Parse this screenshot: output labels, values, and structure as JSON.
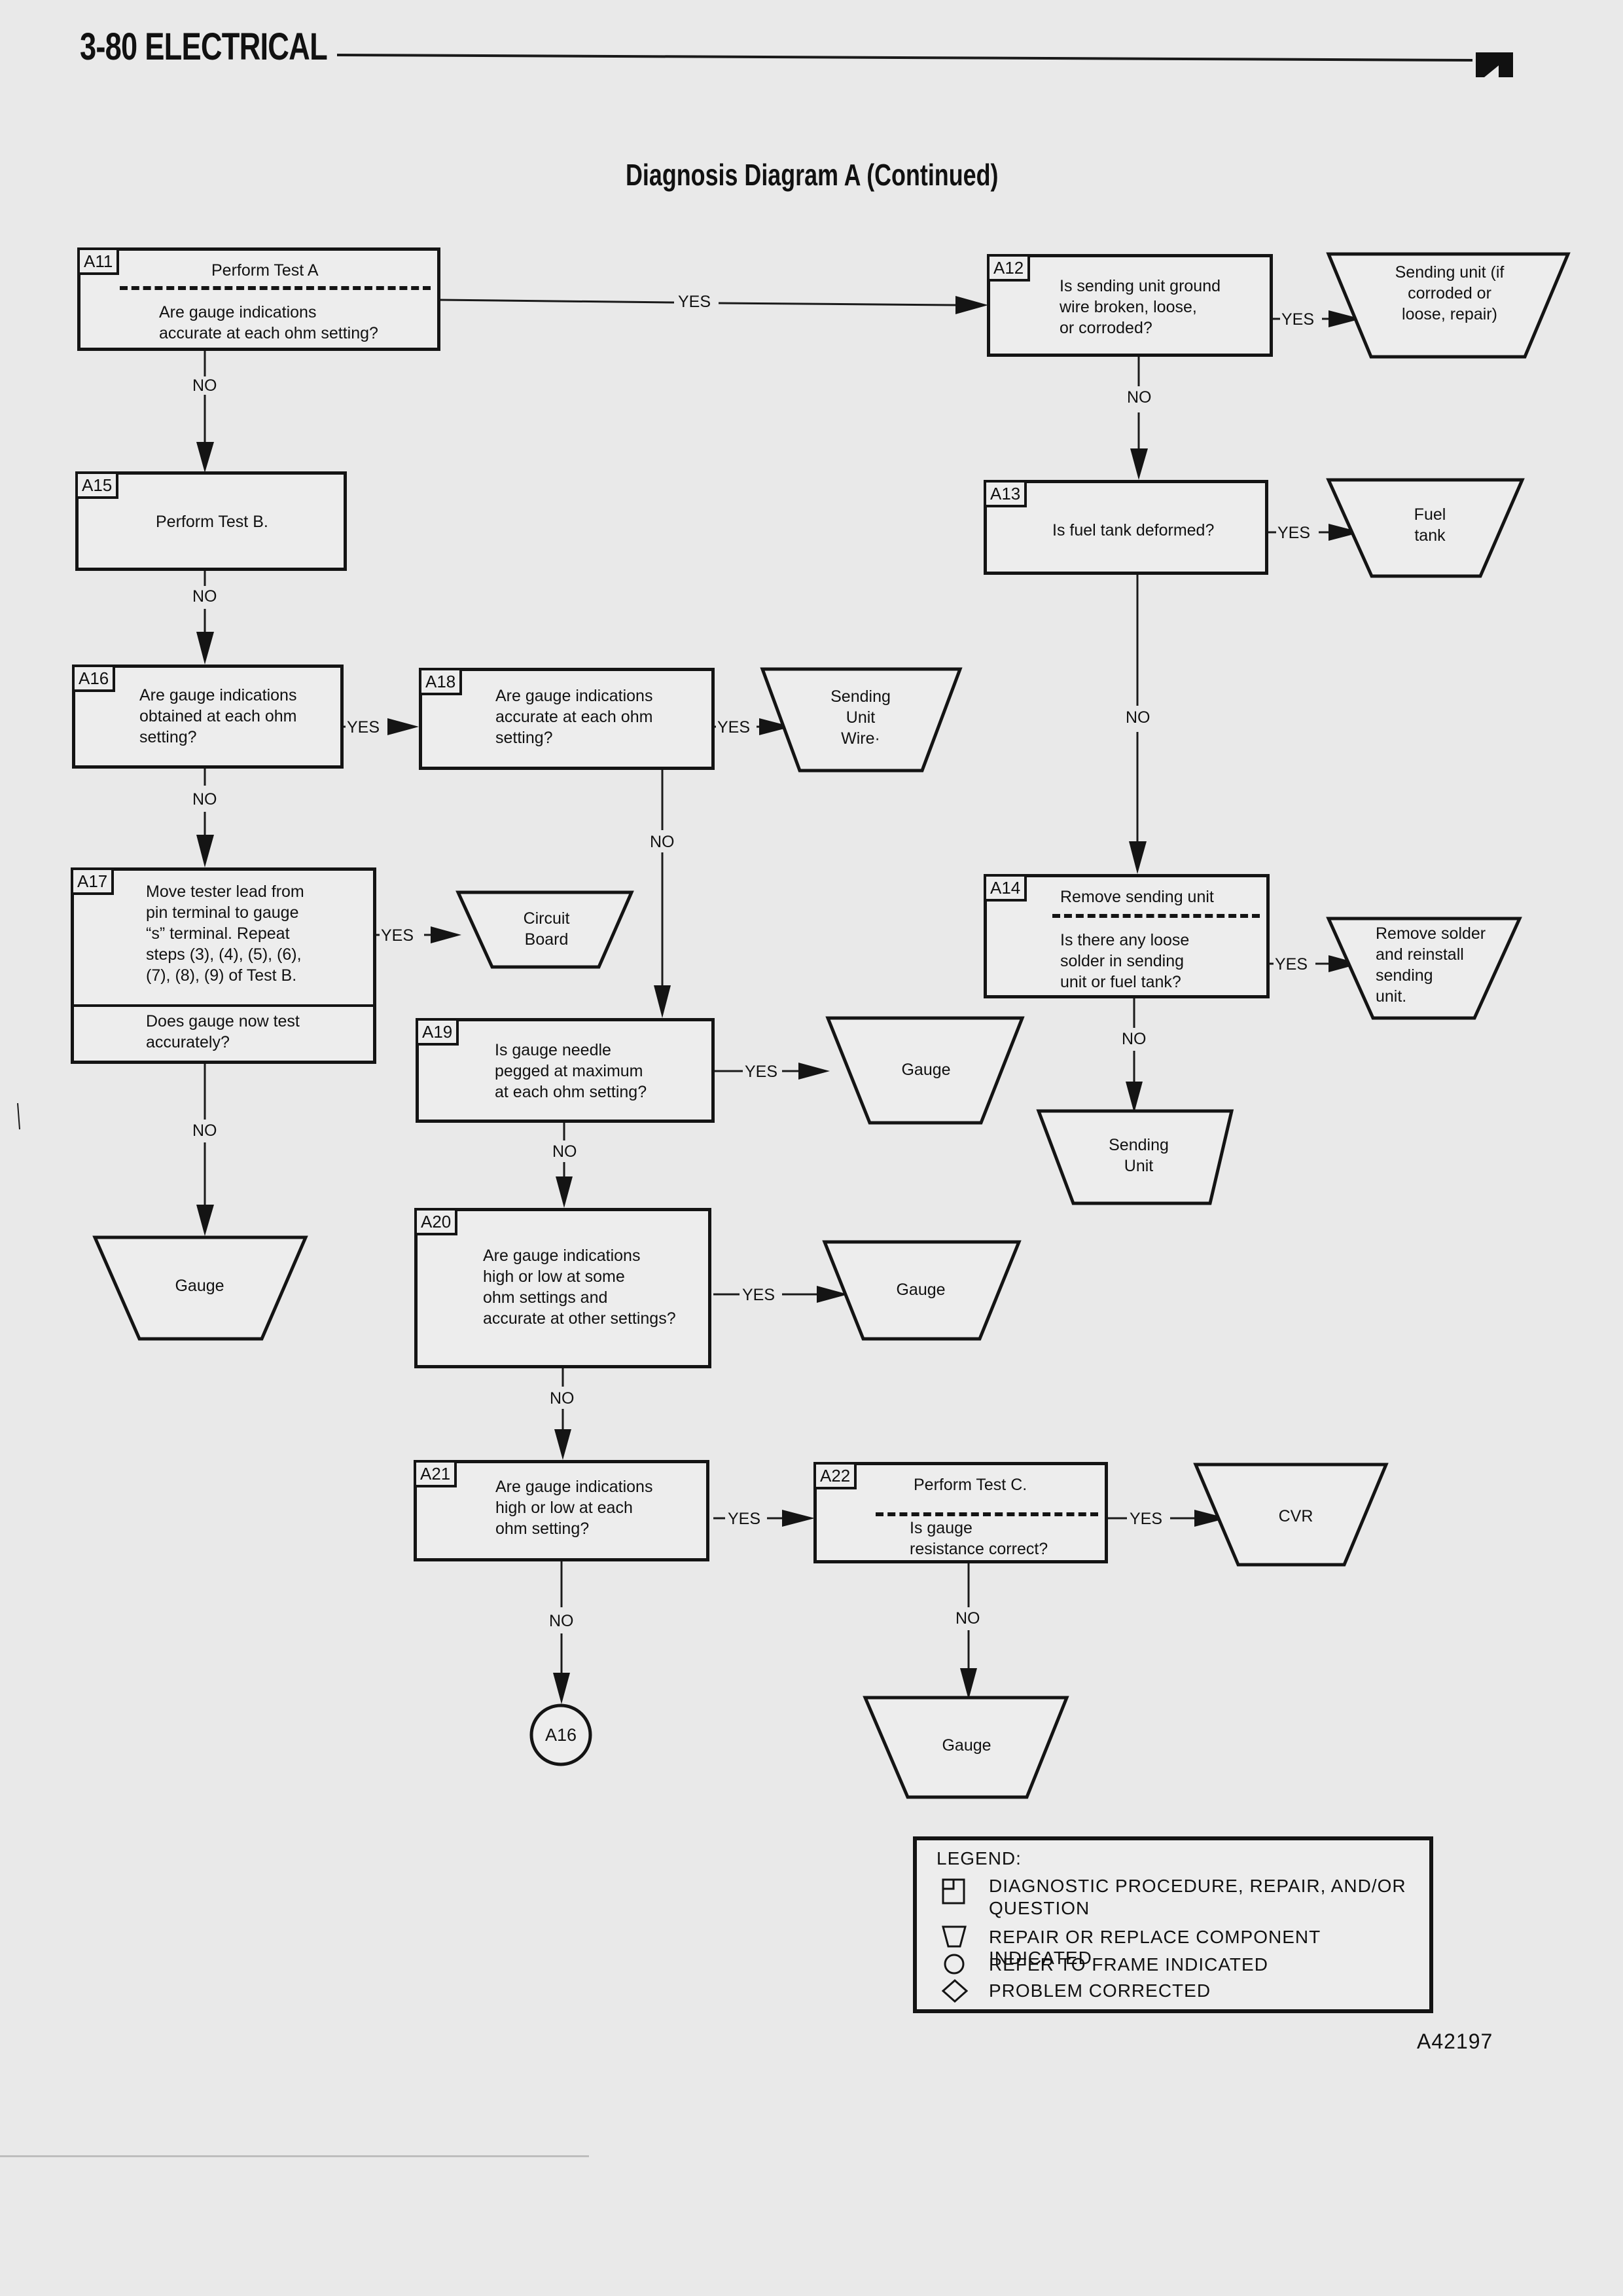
{
  "header": {
    "section": "3-80 ELECTRICAL",
    "title": "Diagnosis Diagram A (Continued)"
  },
  "boxes": {
    "a11": {
      "id": "A11",
      "line1": "Perform Test A",
      "q1": "Are gauge indications",
      "q2": "accurate at each ohm setting?"
    },
    "a12": {
      "id": "A12",
      "l1": "Is sending unit ground",
      "l2": "wire broken, loose,",
      "l3": "or corroded?"
    },
    "a13": {
      "id": "A13",
      "l1": "Is fuel tank deformed?"
    },
    "a14": {
      "id": "A14",
      "line1": "Remove sending unit",
      "q1": "Is there any loose",
      "q2": "solder in sending",
      "q3": "unit or fuel tank?"
    },
    "a15": {
      "id": "A15",
      "l1": "Perform Test B."
    },
    "a16": {
      "id": "A16",
      "l1": "Are gauge indications",
      "l2": "obtained at each ohm",
      "l3": "setting?"
    },
    "a17": {
      "id": "A17",
      "l1": "Move tester lead from",
      "l2": "pin terminal to gauge",
      "l3": "“s” terminal.  Repeat",
      "l4": "steps (3), (4), (5), (6),",
      "l5": "(7), (8), (9) of Test B.",
      "q1": "Does gauge now test",
      "q2": "accurately?"
    },
    "a18": {
      "id": "A18",
      "l1": "Are gauge indications",
      "l2": "accurate at each ohm",
      "l3": "setting?"
    },
    "a19": {
      "id": "A19",
      "l1": "Is gauge needle",
      "l2": "pegged at maximum",
      "l3": "at each ohm setting?"
    },
    "a20": {
      "id": "A20",
      "l1": "Are gauge indications",
      "l2": "high or low at some",
      "l3": "ohm settings and",
      "l4": "accurate at other settings?"
    },
    "a21": {
      "id": "A21",
      "l1": "Are gauge indications",
      "l2": "high or low at each",
      "l3": "ohm setting?"
    },
    "a22": {
      "id": "A22",
      "line1": "Perform Test C.",
      "q1": "Is gauge",
      "q2": "resistance correct?"
    }
  },
  "components": {
    "sending_unit_if": {
      "l1": "Sending unit (if",
      "l2": "corroded or",
      "l3": "loose, repair)"
    },
    "fuel_tank": {
      "l1": "Fuel",
      "l2": "tank"
    },
    "sending_wire": {
      "l1": "Sending",
      "l2": "Unit",
      "l3": "Wire·"
    },
    "circuit_board": {
      "l1": "Circuit",
      "l2": "Board"
    },
    "gauge_a17": {
      "l1": "Gauge"
    },
    "gauge_a19": {
      "l1": "Gauge"
    },
    "gauge_a20": {
      "l1": "Gauge"
    },
    "gauge_a22": {
      "l1": "Gauge"
    },
    "remove_solder": {
      "l1": "Remove solder",
      "l2": "and reinstall",
      "l3": "sending",
      "l4": "unit."
    },
    "sending_unit": {
      "l1": "Sending",
      "l2": "Unit"
    },
    "cvr": {
      "l1": "CVR"
    }
  },
  "frame_ref": {
    "label": "A16"
  },
  "labels": {
    "yes": "YES",
    "no": "NO"
  },
  "legend": {
    "title": "LEGEND:",
    "items": [
      {
        "icon": "box-icon",
        "line1": "DIAGNOSTIC PROCEDURE, REPAIR, AND/OR",
        "line2": "QUESTION"
      },
      {
        "icon": "trapezoid-icon",
        "line1": "REPAIR OR REPLACE COMPONENT INDICATED"
      },
      {
        "icon": "circle-icon",
        "line1": "REFER TO FRAME INDICATED"
      },
      {
        "icon": "diamond-icon",
        "line1": "PROBLEM CORRECTED"
      }
    ]
  },
  "figure_id": "A42197"
}
